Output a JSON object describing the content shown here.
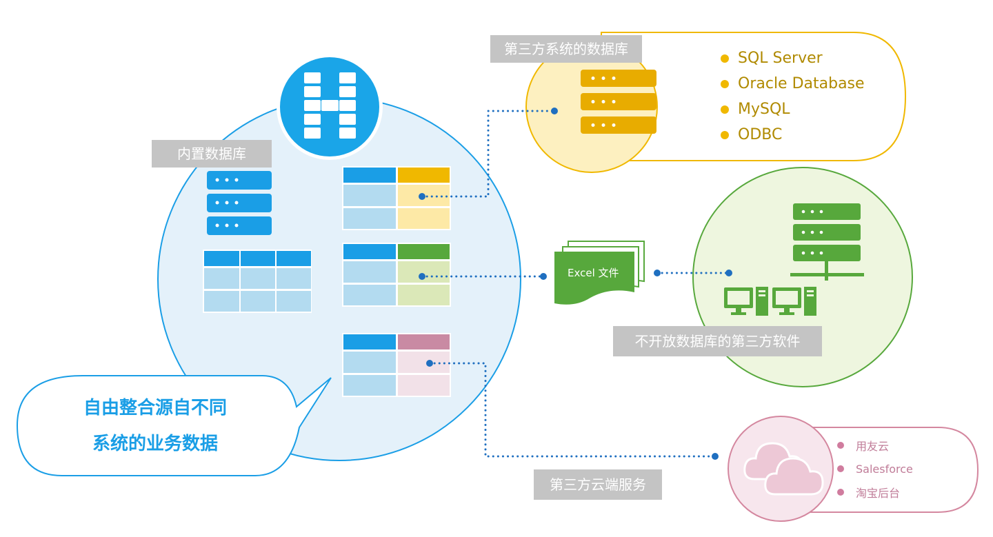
{
  "labels": {
    "builtin_db": "内置数据库",
    "third_party_db": "第三方系统的数据库",
    "closed_software": "不开放数据库的第三方软件",
    "cloud_services": "第三方云端服务"
  },
  "callout": {
    "line1": "自由整合源自不同",
    "line2": "系统的业务数据"
  },
  "excel_label": "Excel 文件",
  "databases": [
    "SQL Server",
    "Oracle Database",
    "MySQL",
    "ODBC"
  ],
  "cloud_list": [
    "用友云",
    "Salesforce",
    "淘宝后台"
  ],
  "colors": {
    "blue": "#1a9ee6",
    "yellow": "#f0b800",
    "green": "#57a83c",
    "pink": "#d4879f",
    "label_bg": "#c4c4c4"
  }
}
